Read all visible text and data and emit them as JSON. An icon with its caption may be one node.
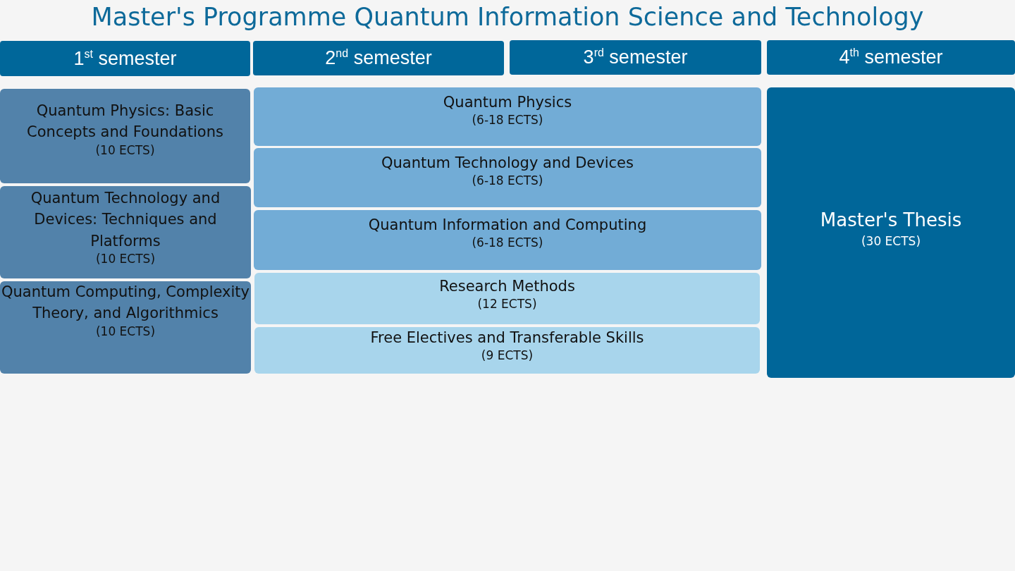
{
  "diagram": {
    "title": "Master's Programme Quantum Information Science and Technology",
    "nodes": [
      {
        "text": [
          "1$^{st}$ semester"
        ]
      },
      {
        "text": [
          "2$^{nd}$ semester"
        ]
      },
      {
        "text": [
          "3$^{rd}$ semester"
        ]
      },
      {
        "text": [
          "4$^{th}$ semester"
        ]
      },
      {
        "text": [
          "Quantum Physics: Basic Concepts and Foundations",
          "(10 ECTS)"
        ]
      },
      {
        "text": [
          "Quantum Technology and Devices: Techniques and Platforms",
          "(10 ECTS)"
        ]
      },
      {
        "text": [
          "Quantum Computing, Complexity Theory, and Algorithmics",
          "(10 ECTS)"
        ]
      },
      {
        "text": [
          "Quantum Physics",
          "(6-18 ECTS)"
        ]
      },
      {
        "text": [
          "Quantum Technology and Devices",
          "(6-18 ECTS)"
        ]
      },
      {
        "text": [
          "Quantum Information and Computing",
          "(6-18 ECTS)"
        ]
      },
      {
        "text": [
          "Research Methods",
          "(12 ECTS)"
        ]
      },
      {
        "text": [
          "Free Electives and Transferable Skills",
          "(9 ECTS)"
        ]
      },
      {
        "text": [
          "Master's Thesis",
          "(30 ECTS)"
        ]
      }
    ]
  }
}
